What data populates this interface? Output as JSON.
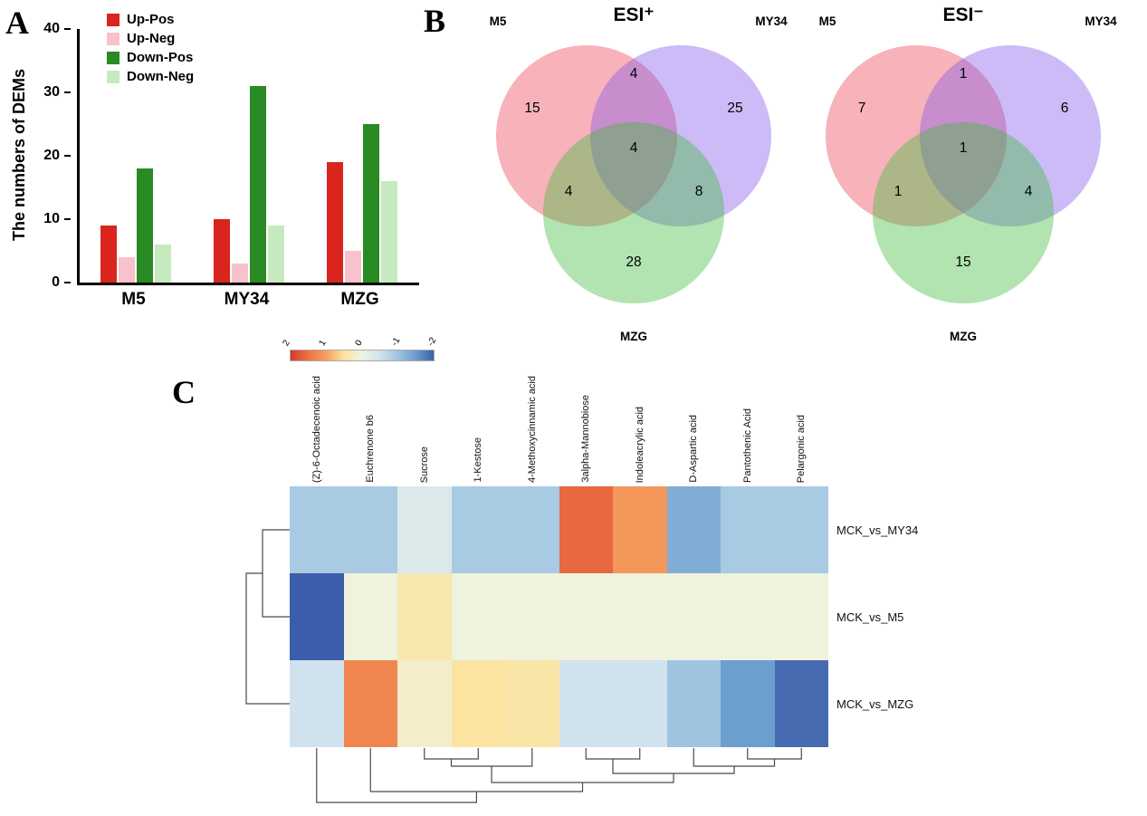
{
  "panel_labels": {
    "a": "A",
    "b": "B",
    "c": "C"
  },
  "chart_data": [
    {
      "type": "bar",
      "panel": "A",
      "title": "",
      "xlabel": "",
      "ylabel": "The numbers of DEMs",
      "ylim": [
        0,
        40
      ],
      "yticks": [
        0,
        10,
        20,
        30,
        40
      ],
      "categories": [
        "M5",
        "MY34",
        "MZG"
      ],
      "series": [
        {
          "name": "Up-Pos",
          "color": "#d9251d",
          "values": [
            9,
            10,
            19
          ]
        },
        {
          "name": "Up-Neg",
          "color": "#f7c2cb",
          "values": [
            4,
            3,
            5
          ]
        },
        {
          "name": "Down-Pos",
          "color": "#2a8a24",
          "values": [
            18,
            31,
            25
          ]
        },
        {
          "name": "Down-Neg",
          "color": "#c7e9c0",
          "values": [
            6,
            9,
            16
          ]
        }
      ],
      "legend_position": "top-left",
      "grid": false
    },
    {
      "type": "venn3",
      "panel": "B",
      "title": "ESI⁺",
      "sets": [
        "M5",
        "MY34",
        "MZG"
      ],
      "set_colors": [
        "#ee5566",
        "#8055e8",
        "#3dbb3d"
      ],
      "counts": {
        "only_m5": 15,
        "only_my34": 25,
        "only_mzg": 28,
        "m5_my34": 4,
        "m5_mzg": 4,
        "my34_mzg": 8,
        "all": 4
      }
    },
    {
      "type": "venn3",
      "panel": "B",
      "title": "ESI⁻",
      "sets": [
        "M5",
        "MY34",
        "MZG"
      ],
      "set_colors": [
        "#ee5566",
        "#8055e8",
        "#3dbb3d"
      ],
      "counts": {
        "only_m5": 7,
        "only_my34": 6,
        "only_mzg": 15,
        "m5_my34": 1,
        "m5_mzg": 1,
        "my34_mzg": 4,
        "all": 1
      }
    },
    {
      "type": "heatmap",
      "panel": "C",
      "columns": [
        "(Z)-6-Octadecenoic acid",
        "Euchrenone b6",
        "Sucrose",
        "1-Kestose",
        "4-Methoxycinnamic acid",
        "3alpha-Mannobiose",
        "Indoleacrylic acid",
        "D-Aspartic acid",
        "Pantothenic Acid",
        "Pelargonic acid"
      ],
      "rows": [
        "MCK_vs_MY34",
        "MCK_vs_M5",
        "MCK_vs_MZG"
      ],
      "values": [
        [
          -0.9,
          -0.9,
          -0.3,
          -0.9,
          -0.9,
          1.6,
          1.1,
          -1.3,
          -0.9,
          -0.9
        ],
        [
          -2.0,
          0.05,
          0.4,
          0.05,
          0.05,
          0.05,
          0.05,
          0.05,
          0.05,
          0.05
        ],
        [
          -0.5,
          1.3,
          0.2,
          0.5,
          0.45,
          -0.5,
          -0.5,
          -1.0,
          -1.5,
          -1.9
        ]
      ],
      "colorscale": {
        "domain": [
          2,
          -2
        ],
        "ticks": [
          "2",
          "1",
          "0",
          "-1",
          "-2"
        ],
        "stops": [
          {
            "v": 2.0,
            "c": [
              210,
              60,
              40
            ]
          },
          {
            "v": 1.5,
            "c": [
              238,
              115,
              70
            ]
          },
          {
            "v": 1.0,
            "c": [
              245,
              160,
              95
            ]
          },
          {
            "v": 0.5,
            "c": [
              250,
              228,
              160
            ]
          },
          {
            "v": 0.0,
            "c": [
              238,
              243,
              228
            ]
          },
          {
            "v": -0.5,
            "c": [
              208,
              226,
              238
            ]
          },
          {
            "v": -1.0,
            "c": [
              158,
              196,
              224
            ]
          },
          {
            "v": -1.5,
            "c": [
              108,
              158,
              206
            ]
          },
          {
            "v": -2.0,
            "c": [
              60,
              94,
              170
            ]
          }
        ]
      }
    }
  ]
}
